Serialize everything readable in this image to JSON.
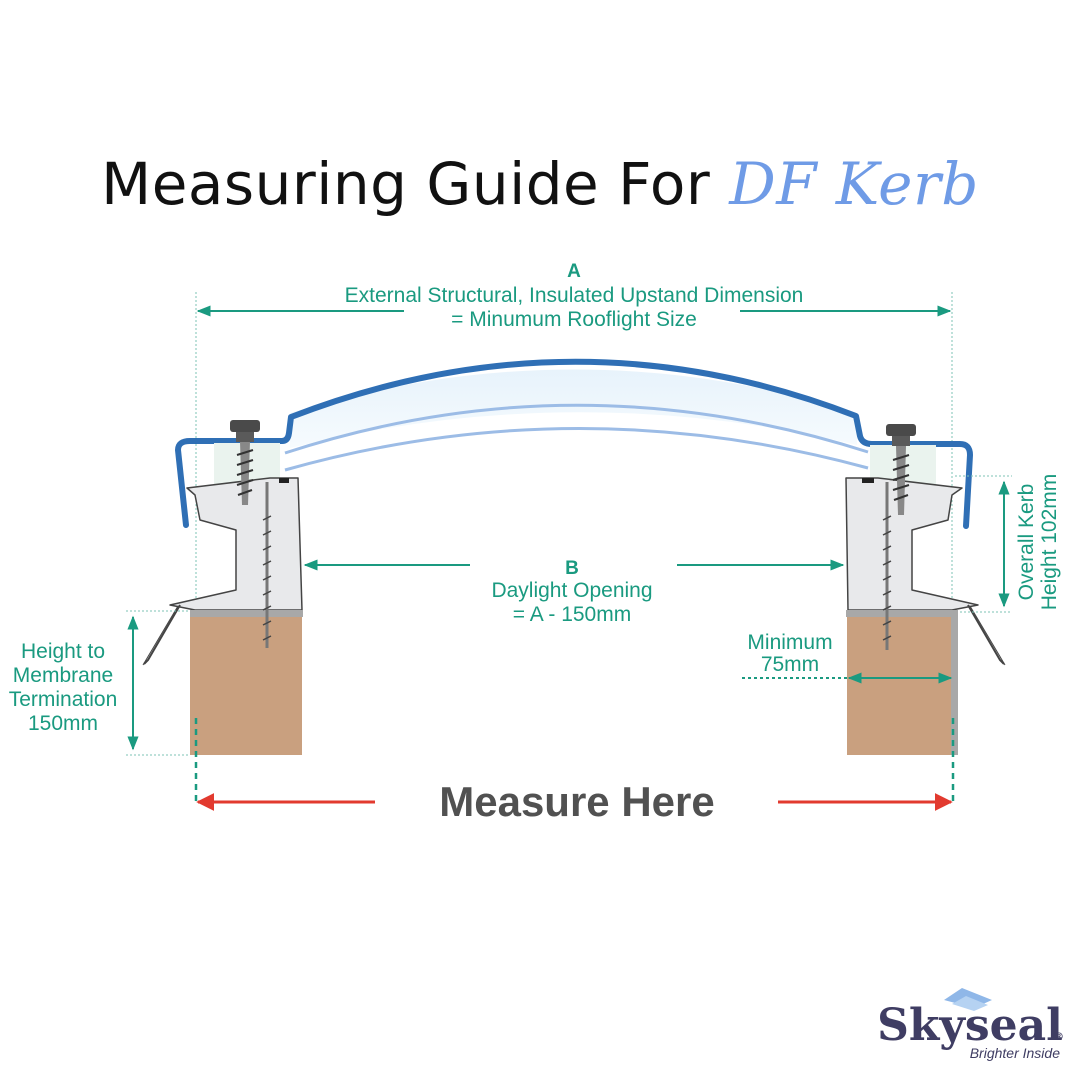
{
  "title": {
    "prefix": "Measuring Guide For",
    "accent": "DF Kerb"
  },
  "dimension_a": {
    "letter": "A",
    "line1": "External Structural, Insulated Upstand Dimension",
    "line2": "= Minumum Rooflight Size"
  },
  "dimension_b": {
    "letter": "B",
    "line1": "Daylight Opening",
    "line2": "= A - 150mm"
  },
  "height_note": {
    "line1": "Height to",
    "line2": "Membrane",
    "line3": "Termination",
    "line4": "150mm"
  },
  "kerb_note": {
    "line1": "Overall Kerb",
    "line2": "Height 102mm"
  },
  "minimum_note": {
    "line1": "Minimum",
    "line2": "75mm"
  },
  "measure": {
    "label": "Measure Here"
  },
  "logo": {
    "name": "Skyseal",
    "registered": "®",
    "tagline": "Brighter Inside"
  },
  "colors": {
    "annotation": "#1a9a80",
    "accent": "#6f9be6",
    "dome_outline": "#2f6fb5",
    "measure_arrow": "#e23a2f",
    "timber": "#c9a07f",
    "logo_text": "#3f3d63"
  }
}
